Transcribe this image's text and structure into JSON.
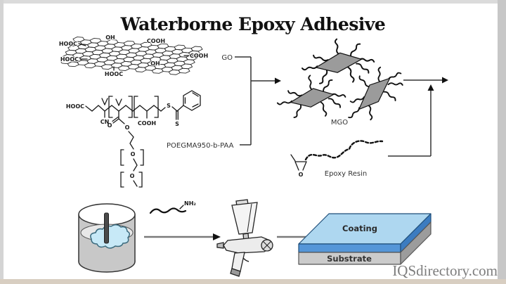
{
  "frame": {
    "title": "Waterborne Epoxy Adhesive",
    "watermark": "IQSdirectory.com"
  },
  "labels": {
    "go": "GO",
    "poegma": "POEGMA950-b-PAA",
    "mgo": "MGO",
    "epoxy_resin": "Epoxy Resin",
    "amine": "NH₂",
    "coating": "Coating",
    "substrate": "Substrate"
  },
  "go_atoms": {
    "hooc_left1": "HOOC",
    "hooc_left2": "HOOC",
    "hooc_bottom": "HOOC",
    "oh_top": "OH",
    "oh_mid": "OH",
    "cooh_top": "COOH",
    "cooh_right": "COOH"
  },
  "polymer_atoms": {
    "hooc": "HOOC",
    "cn": "CN",
    "o_carbonyl": "O",
    "o_ester": "O",
    "o_peg1": "O",
    "o_peg2": "O",
    "cooh": "COOH",
    "s_link": "S",
    "s_double": "S"
  },
  "epoxy_atoms": {
    "o": "O"
  },
  "colors": {
    "coating_top": "#aed7f0",
    "coating_front": "#5596d8",
    "coating_side": "#3c7cc0",
    "substrate_front": "#cbcbcb",
    "substrate_side": "#9c9c9c",
    "mgo_fill": "#9b9b9b",
    "liquid": "#c7e9f7",
    "beaker_body": "#c8c8c8",
    "stirrer": "#4a4a4a"
  }
}
